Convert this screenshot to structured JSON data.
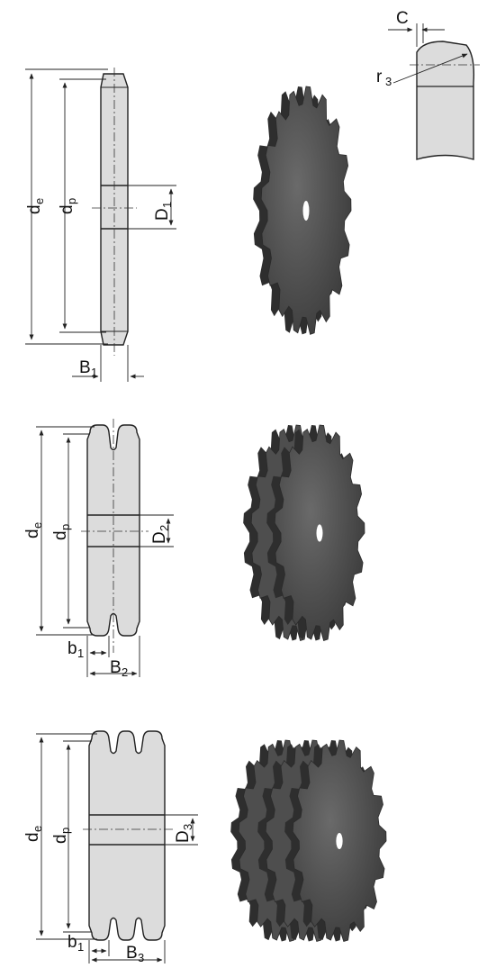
{
  "detail": {
    "c_label": "C",
    "r3_label": "r",
    "r3_sub": "3"
  },
  "simplex": {
    "de": "d",
    "de_sub": "e",
    "dp": "d",
    "dp_sub": "p",
    "D": "D",
    "D_sub": "1",
    "B": "B",
    "B_sub": "1"
  },
  "duplex": {
    "de": "d",
    "de_sub": "e",
    "dp": "d",
    "dp_sub": "p",
    "D": "D",
    "D_sub": "2",
    "b": "b",
    "b_sub": "1",
    "B": "B",
    "B_sub": "2"
  },
  "triplex": {
    "de": "d",
    "de_sub": "e",
    "dp": "d",
    "dp_sub": "p",
    "D": "D",
    "D_sub": "3",
    "b": "b",
    "b_sub": "1",
    "B": "B",
    "B_sub": "3"
  },
  "colors": {
    "sprocket_fill": "#4e4e4e",
    "section_fill": "#dcdcdc"
  },
  "icons": [
    "simplex-sprocket-icon",
    "duplex-sprocket-icon",
    "triplex-sprocket-icon"
  ]
}
